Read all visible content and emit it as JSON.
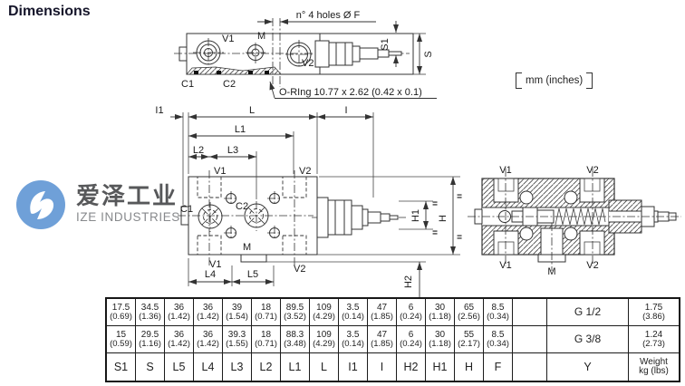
{
  "title": "Dimensions",
  "units_note": "mm  (inches)",
  "logo": {
    "cn": "爱泽工业",
    "en": "IZE INDUSTRIES",
    "circle_color": "#6FA0D8"
  },
  "top_view": {
    "holes_note": "n° 4 holes Ø F",
    "oring_note": "O-RIng 10.77 x 2.62 (0.42 x 0.1)",
    "labels": {
      "v1": "V1",
      "m": "M",
      "v2": "V2",
      "c1": "C1",
      "c2": "C2",
      "s1": "S1",
      "s": "S"
    }
  },
  "front_view": {
    "labels": {
      "i1": "I1",
      "l": "L",
      "i": "I",
      "l1": "L1",
      "l2": "L2",
      "l3": "L3",
      "v1_top": "V1",
      "v2_top": "V2",
      "c1": "C1",
      "c2": "C2",
      "m": "M",
      "v1_bot": "V1",
      "v2_bot": "V2",
      "l4": "L4",
      "l5": "L5",
      "h1": "H1",
      "h": "H",
      "h2": "H2",
      "eq": "="
    }
  },
  "section_view": {
    "labels": {
      "v1_top": "V1",
      "v2_top": "V2",
      "v1_bot": "V1",
      "m": "M",
      "v2_bot": "V2"
    }
  },
  "table": {
    "headers": [
      {
        "label": "S1"
      },
      {
        "label": "S"
      },
      {
        "label": "L5"
      },
      {
        "label": "L4"
      },
      {
        "label": "L3"
      },
      {
        "label": "L2"
      },
      {
        "label": "L1"
      },
      {
        "label": "L"
      },
      {
        "label": "I1"
      },
      {
        "label": "I"
      },
      {
        "label": "H2"
      },
      {
        "label": "H1"
      },
      {
        "label": "H"
      },
      {
        "label": "F"
      },
      {
        "label": ""
      },
      {
        "label": "Y"
      },
      {
        "label": "Weight",
        "sub": "kg (lbs)"
      }
    ],
    "rows": [
      {
        "cells": [
          [
            "17.5",
            "(0.69)"
          ],
          [
            "34.5",
            "(1.36)"
          ],
          [
            "36",
            "(1.42)"
          ],
          [
            "36",
            "(1.42)"
          ],
          [
            "39",
            "(1.54)"
          ],
          [
            "18",
            "(0.71)"
          ],
          [
            "89.5",
            "(3.52)"
          ],
          [
            "109",
            "(4.29)"
          ],
          [
            "3.5",
            "(0.14)"
          ],
          [
            "47",
            "(1.85)"
          ],
          [
            "6",
            "(0.24)"
          ],
          [
            "30",
            "(1.18)"
          ],
          [
            "65",
            "(2.56)"
          ],
          [
            "8.5",
            "(0.34)"
          ],
          [
            ""
          ],
          [
            "G 1/2"
          ],
          [
            "1.75",
            "(3.86)"
          ]
        ]
      },
      {
        "cells": [
          [
            "15",
            "(0.59)"
          ],
          [
            "29.5",
            "(1.16)"
          ],
          [
            "36",
            "(1.42)"
          ],
          [
            "36",
            "(1.42)"
          ],
          [
            "39.3",
            "(1.55)"
          ],
          [
            "18",
            "(0.71)"
          ],
          [
            "88.3",
            "(3.48)"
          ],
          [
            "109",
            "(4.29)"
          ],
          [
            "3.5",
            "(0.14)"
          ],
          [
            "47",
            "(1.85)"
          ],
          [
            "6",
            "(0.24)"
          ],
          [
            "30",
            "(1.18)"
          ],
          [
            "55",
            "(2.17)"
          ],
          [
            "8.5",
            "(0.34)"
          ],
          [
            ""
          ],
          [
            "G 3/8"
          ],
          [
            "1.24",
            "(2.73)"
          ]
        ]
      }
    ]
  }
}
